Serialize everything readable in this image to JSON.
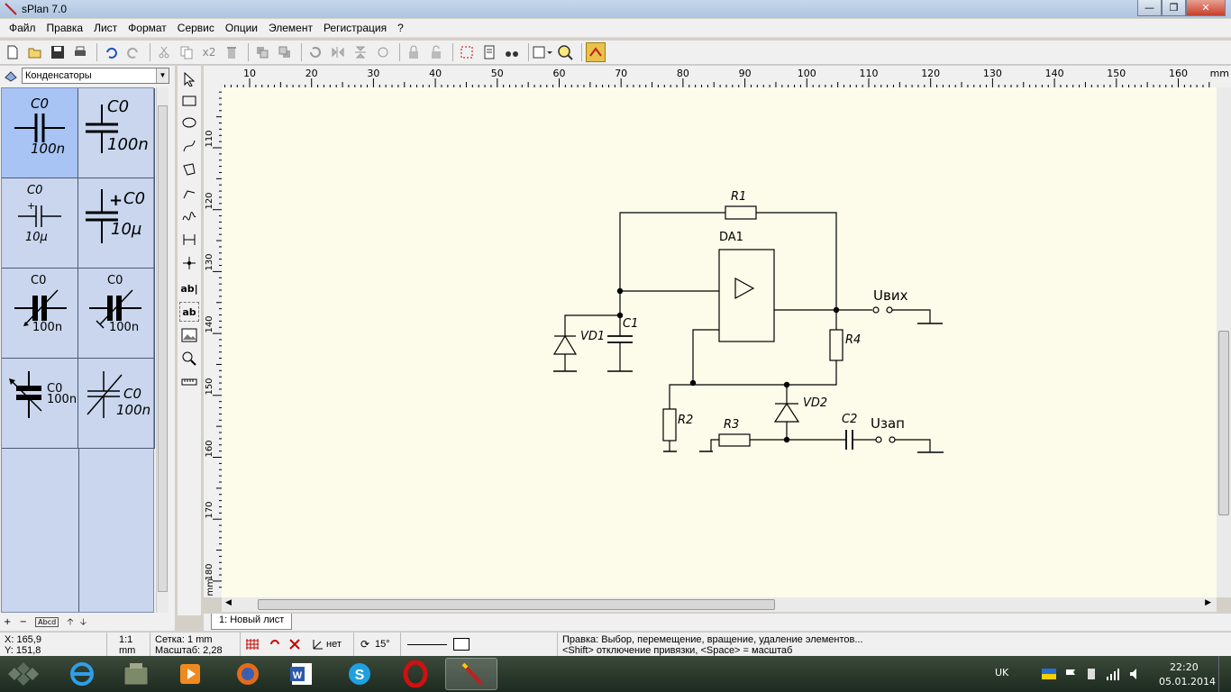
{
  "window": {
    "title": "sPlan 7.0"
  },
  "menu": [
    "Файл",
    "Правка",
    "Лист",
    "Формат",
    "Сервис",
    "Опции",
    "Элемент",
    "Регистрация",
    "?"
  ],
  "toolbar": {
    "multiply_label": "x2"
  },
  "library": {
    "selected": "Конденсаторы",
    "cells": [
      {
        "name": "C0",
        "value": "100n"
      },
      {
        "name": "C0",
        "value": "100n"
      },
      {
        "name": "C0",
        "value": "10µ",
        "plus": "+"
      },
      {
        "name": "C0",
        "value": "10µ",
        "plus": "+"
      },
      {
        "name": "C0",
        "value": "100n"
      },
      {
        "name": "C0",
        "value": "100n"
      },
      {
        "name": "C0",
        "value": "100n"
      },
      {
        "name": "C0",
        "value": "100n"
      }
    ]
  },
  "ruler": {
    "top_ticks": [
      "10",
      "20",
      "30",
      "40",
      "50",
      "60",
      "70",
      "80",
      "90",
      "100",
      "110",
      "120",
      "130",
      "140",
      "150",
      "160"
    ],
    "top_unit": "mm",
    "left_ticks": [
      "110",
      "120",
      "130",
      "140",
      "150",
      "160",
      "170",
      "180"
    ],
    "left_unit": "mm"
  },
  "schematic": {
    "labels": {
      "r1": "R1",
      "da1": "DA1",
      "c1": "C1",
      "vd1": "VD1",
      "r4": "R4",
      "uvyh": "Uвих",
      "vd2": "VD2",
      "r2": "R2",
      "r3": "R3",
      "c2": "C2",
      "uzap": "Uзап"
    }
  },
  "draw_tools": {
    "text_label": "ab|",
    "textbox_label": "ab"
  },
  "tabs": [
    "1: Новый лист"
  ],
  "status": {
    "x": "X: 165,9",
    "y": "Y: 151,8",
    "scale_ratio": "1:1",
    "scale_unit": "mm",
    "grid": "Сетка: 1 mm",
    "zoom": "Масштаб:  2,28",
    "snap_none": "нет",
    "angle": "15°",
    "hint1": "Правка: Выбор, перемещение, вращение, удаление элементов...",
    "hint2": "<Shift> отключение привязки, <Space> = масштаб"
  },
  "taskbar": {
    "lang": "UK",
    "time": "22:20",
    "date": "05.01.2014"
  },
  "colors": {
    "canvas": "#fdfcea",
    "library_bg": "#c9d6ee",
    "library_selected": "#a8c4f5"
  }
}
